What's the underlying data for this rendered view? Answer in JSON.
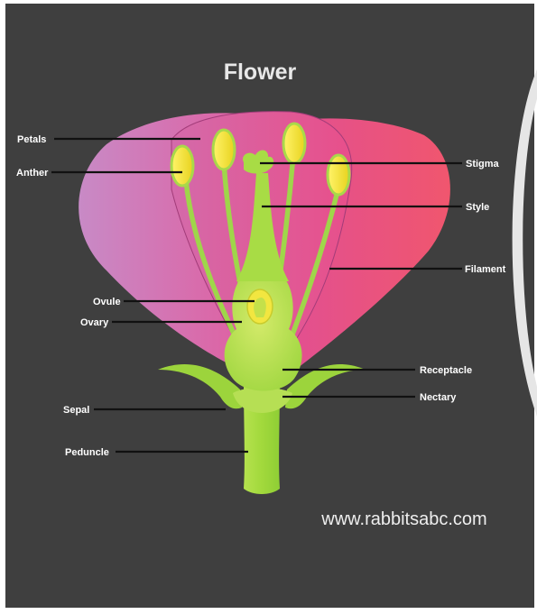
{
  "diagram": {
    "title": "Flower",
    "watermark": "www.rabbitsabc.com",
    "labels": {
      "petals": "Petals",
      "anther": "Anther",
      "stigma": "Stigma",
      "style": "Style",
      "filament": "Filament",
      "ovule": "Ovule",
      "ovary": "Ovary",
      "receptacle": "Receptacle",
      "nectary": "Nectary",
      "sepal": "Sepal",
      "peduncle": "Peduncle"
    },
    "colors": {
      "background": "#3f3f3f",
      "petal_pink": "#e0589a",
      "petal_violet": "#c88ac6",
      "plant_green": "#a9dd44",
      "anther_yellow": "#f4e73a",
      "curve_gray": "#d9d9d9"
    }
  }
}
